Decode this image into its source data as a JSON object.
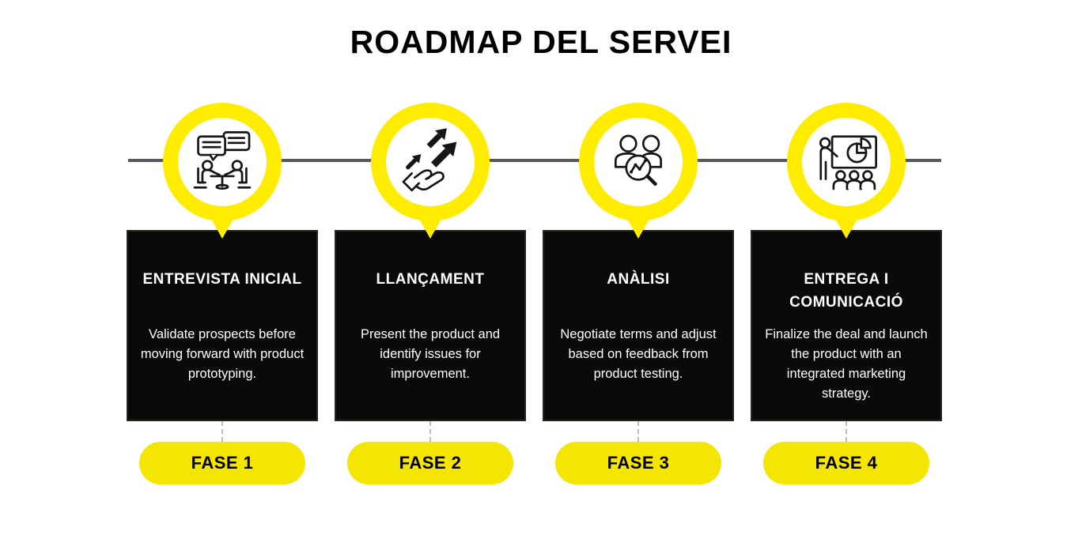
{
  "title": "ROADMAP DEL SERVEI",
  "colors": {
    "yellow_ring": "#FFEC00",
    "yellow_pill": "#F5E503",
    "card_black": "#0A0A0A",
    "card_border": "#2A241F",
    "line_gray": "#58595B",
    "connector_gray": "#BDBDBD",
    "text_white": "#FFFFFF",
    "title_black": "#000000"
  },
  "phases": [
    {
      "icon": "interview-icon",
      "title": "ENTREVISTA INICIAL",
      "description": "Validate prospects before moving forward with product prototyping.",
      "badge": "FASE 1"
    },
    {
      "icon": "launch-growth-icon",
      "title": "LLANÇAMENT",
      "description": "Present the product and identify issues for improvement.",
      "badge": "FASE 2"
    },
    {
      "icon": "analysis-icon",
      "title": "ANÀLISI",
      "description": "Negotiate terms and adjust based on feedback from product testing.",
      "badge": "FASE 3"
    },
    {
      "icon": "presentation-icon",
      "title": "ENTREGA I COMUNICACIÓ",
      "description": "Finalize the deal and launch the product with an integrated marketing strategy.",
      "badge": "FASE 4"
    }
  ]
}
